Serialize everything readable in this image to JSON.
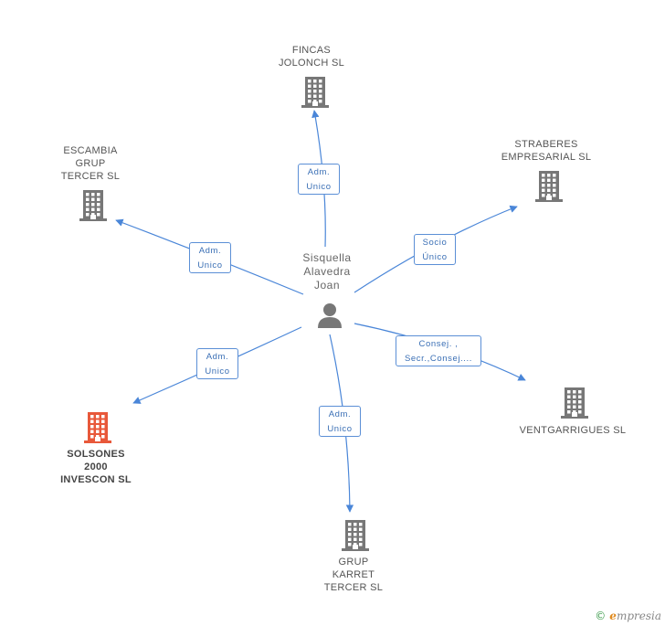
{
  "center": {
    "lines": [
      "Sisquella",
      "Alavedra",
      "Joan"
    ],
    "icon": "person-icon"
  },
  "nodes": [
    {
      "id": "fincas",
      "lines": [
        "FINCAS",
        "JOLONCH SL"
      ],
      "icon": "building-icon",
      "color": "#777777"
    },
    {
      "id": "straberes",
      "lines": [
        "STRABERES",
        "EMPRESARIAL SL"
      ],
      "icon": "building-icon",
      "color": "#777777"
    },
    {
      "id": "escambia",
      "lines": [
        "ESCAMBIA",
        "GRUP",
        "TERCER SL"
      ],
      "icon": "building-icon",
      "color": "#777777"
    },
    {
      "id": "ventgarrigues",
      "lines": [
        "VENTGARRIGUES SL"
      ],
      "icon": "building-icon",
      "color": "#777777"
    },
    {
      "id": "solsones",
      "lines": [
        "SOLSONES",
        "2000",
        "INVESCON SL"
      ],
      "icon": "building-icon",
      "color": "#e8583a"
    },
    {
      "id": "karret",
      "lines": [
        "GRUP",
        "KARRET",
        "TERCER SL"
      ],
      "icon": "building-icon",
      "color": "#777777"
    }
  ],
  "edges": [
    {
      "to": "fincas",
      "lines": [
        "Adm.",
        "Unico"
      ]
    },
    {
      "to": "escambia",
      "lines": [
        "Adm.",
        "Unico"
      ]
    },
    {
      "to": "straberes",
      "lines": [
        "Socio",
        "Único"
      ]
    },
    {
      "to": "ventgarrigues",
      "lines": [
        "Consej. ,",
        "Secr.,Consej...."
      ]
    },
    {
      "to": "solsones",
      "lines": [
        "Adm.",
        "Unico"
      ]
    },
    {
      "to": "karret",
      "lines": [
        "Adm.",
        "Unico"
      ]
    }
  ],
  "colors": {
    "edge": "#4a86d8",
    "edge_box_text": "#3a6fb5"
  },
  "brand": {
    "copyright": "©",
    "initial": "e",
    "rest": "mpresia"
  }
}
